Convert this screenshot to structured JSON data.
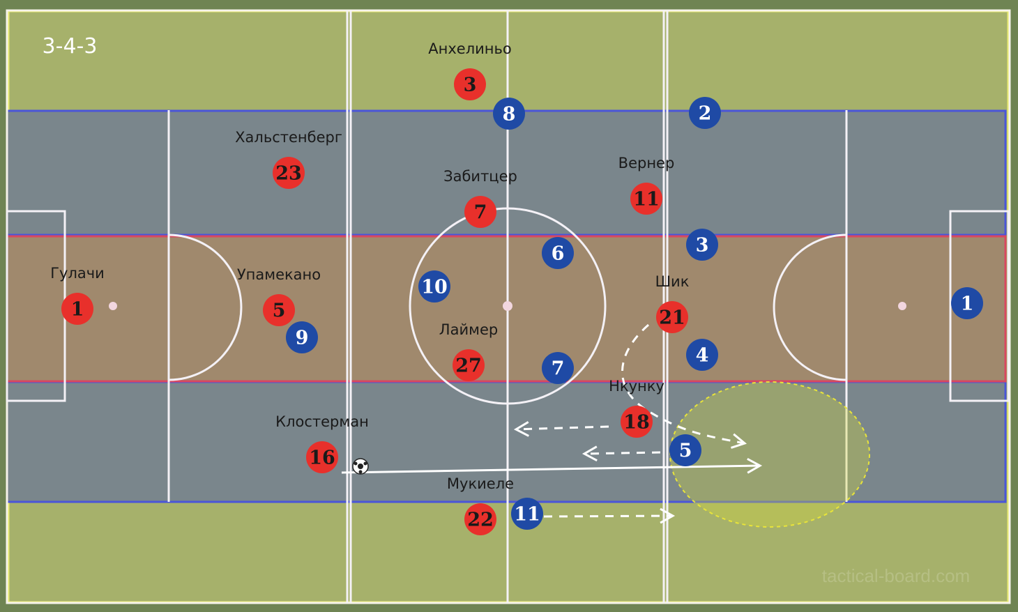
{
  "formation": "3-4-3",
  "watermark": "tactical-board.com",
  "colors": {
    "red_team": "#e8302b",
    "blue_team": "#1f4aa5",
    "field_olive": "#a6b16b",
    "band_gray": "#7a868c",
    "band_brown": "#a0896d"
  },
  "red_players": [
    {
      "number": "3",
      "name": "Анхелиньо"
    },
    {
      "number": "23",
      "name": "Хальстенберг"
    },
    {
      "number": "7",
      "name": "Забитцер"
    },
    {
      "number": "11",
      "name": "Вернер"
    },
    {
      "number": "1",
      "name": "Гулачи"
    },
    {
      "number": "5",
      "name": "Упамекано"
    },
    {
      "number": "21",
      "name": "Шик"
    },
    {
      "number": "27",
      "name": "Лаймер"
    },
    {
      "number": "18",
      "name": "Нкунку"
    },
    {
      "number": "16",
      "name": "Клостерман"
    },
    {
      "number": "22",
      "name": "Мукиеле"
    }
  ],
  "blue_players": [
    {
      "number": "8"
    },
    {
      "number": "2"
    },
    {
      "number": "3"
    },
    {
      "number": "6"
    },
    {
      "number": "10"
    },
    {
      "number": "1"
    },
    {
      "number": "9"
    },
    {
      "number": "4"
    },
    {
      "number": "7"
    },
    {
      "number": "5"
    },
    {
      "number": "11"
    }
  ]
}
